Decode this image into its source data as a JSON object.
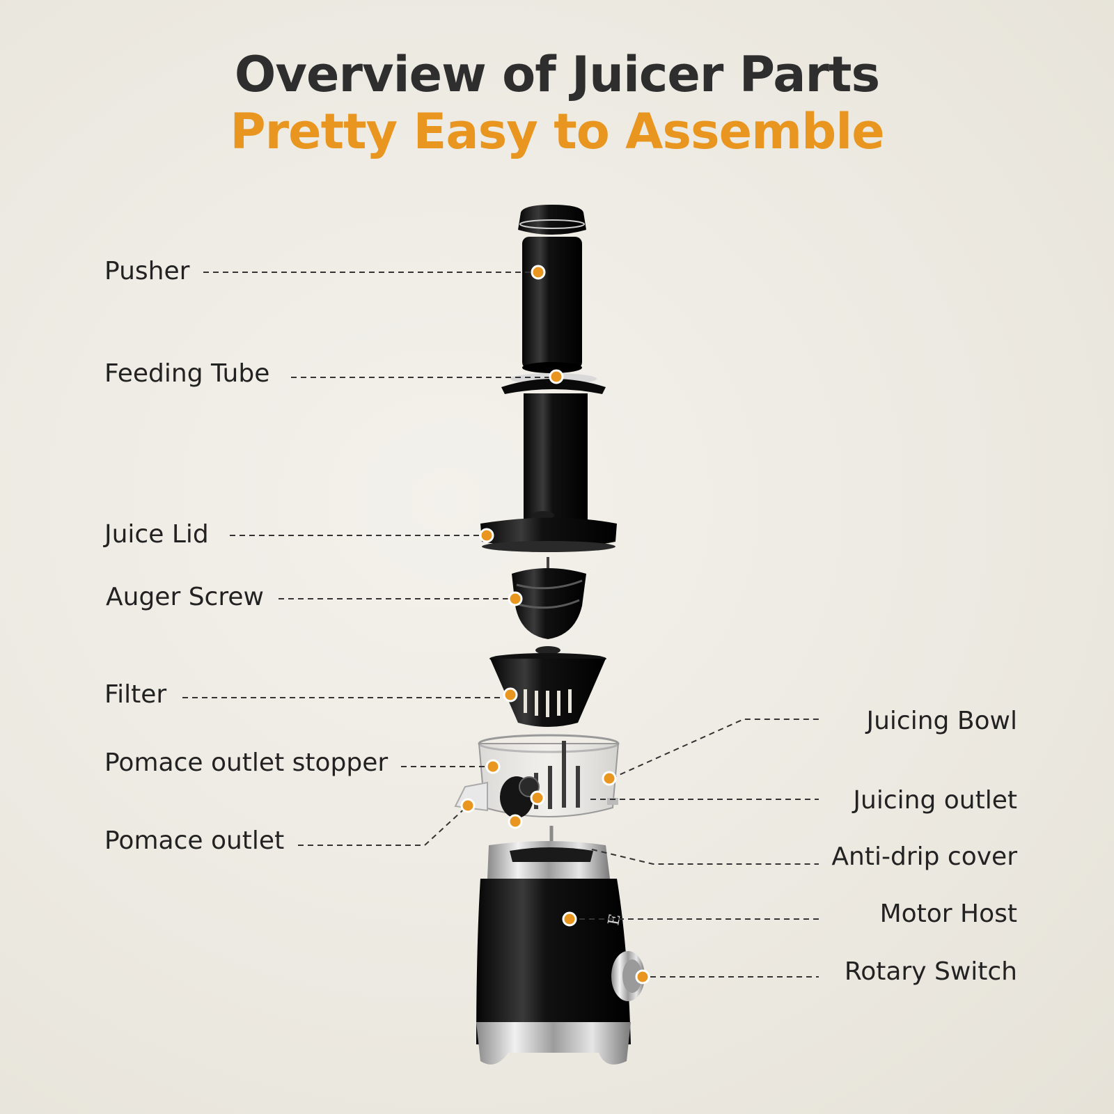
{
  "title": "Overview of Juicer Parts",
  "subtitle": "Pretty Easy to Assemble",
  "colors": {
    "accent": "#e8961f",
    "title": "#2e2e2e",
    "text": "#222222",
    "line": "#333333"
  },
  "brand_mark": "E",
  "parts_left": [
    "Pusher",
    "Feeding Tube",
    "Juice Lid",
    "Auger Screw",
    "Filter",
    "Pomace outlet stopper",
    "Pomace outlet"
  ],
  "parts_right": [
    "Juicing Bowl",
    "Juicing outlet",
    "Anti-drip cover",
    "Motor Host",
    "Rotary Switch"
  ]
}
